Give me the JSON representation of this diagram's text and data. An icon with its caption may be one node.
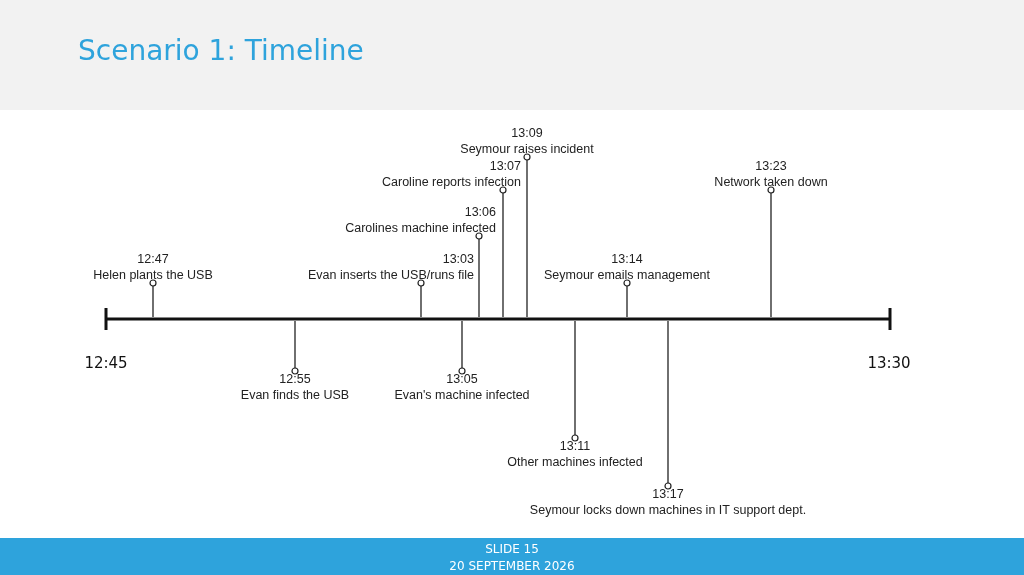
{
  "diagram": {
    "title": "Scenario 1: Timeline",
    "nodes": [
      {
        "text": [
          "12:47",
          "Helen plants the USB"
        ]
      },
      {
        "text": [
          "12:55",
          "Evan finds the USB"
        ]
      },
      {
        "text": [
          "13:03",
          "Evan inserts the USB/runs file"
        ]
      },
      {
        "text": [
          "13:05",
          "Evan's machine infected"
        ]
      },
      {
        "text": [
          "13:06",
          "Carolines machine infected"
        ]
      },
      {
        "text": [
          "13:07",
          "Caroline reports infection"
        ]
      },
      {
        "text": [
          "13:09",
          "Seymour raises incident"
        ]
      },
      {
        "text": [
          "13:11",
          "Other machines infected"
        ]
      },
      {
        "text": [
          "13:14",
          "Seymour emails management"
        ]
      },
      {
        "text": [
          "13:17",
          "Seymour locks down machines in IT support dept."
        ]
      },
      {
        "text": [
          "13:23",
          "Network taken down"
        ]
      },
      {
        "text": [],
        "shape": "bar"
      }
    ],
    "edges": [
      {
        "from": 0,
        "to": 11,
        "arrow": "other"
      },
      {
        "from": 1,
        "to": 11,
        "arrow": "other"
      },
      {
        "from": 2,
        "to": 11,
        "arrow": "other"
      },
      {
        "from": 3,
        "to": 11,
        "arrow": "other"
      },
      {
        "from": 4,
        "to": 11,
        "arrow": "other"
      },
      {
        "from": 5,
        "to": 11,
        "arrow": "other"
      },
      {
        "from": 6,
        "to": 11,
        "arrow": "other"
      },
      {
        "from": 7,
        "to": 11,
        "arrow": "other"
      },
      {
        "from": 8,
        "to": 11,
        "arrow": "other"
      },
      {
        "from": 9,
        "to": 11,
        "arrow": "other"
      },
      {
        "from": 10,
        "to": 11,
        "arrow": "other"
      }
    ],
    "labels": [
      "12:45",
      "13:30",
      "SLIDE 15",
      "20 SEPTEMBER 2026"
    ]
  }
}
